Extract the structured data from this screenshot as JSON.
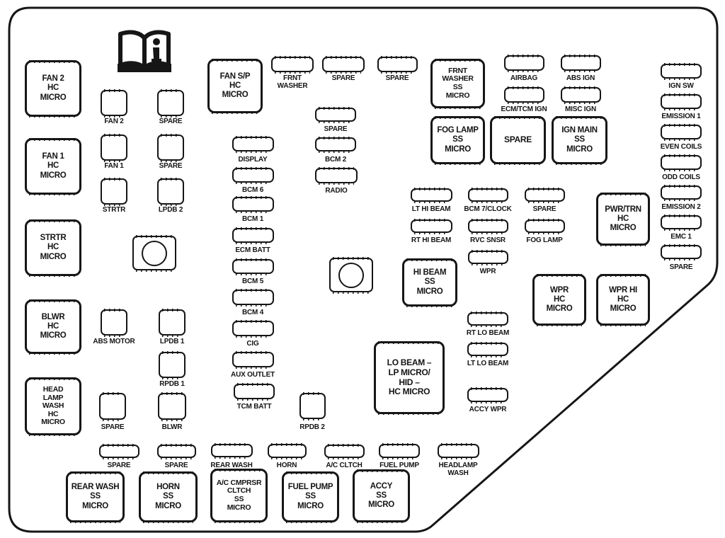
{
  "colors": {
    "line": "#161616",
    "background": "#ffffff"
  },
  "icons": {
    "manual": "open-book-info-icon"
  },
  "relays": {
    "fan2_hc": "FAN 2\nHC\nMICRO",
    "fan1_hc": "FAN 1\nHC\nMICRO",
    "strtr_hc": "STRTR\nHC\nMICRO",
    "blwr_hc": "BLWR\nHC\nMICRO",
    "head_lamp_wash_hc": "HEAD\nLAMP\nWASH\nHC\nMICRO",
    "fan_sp_hc": "FAN S/P\nHC\nMICRO",
    "frnt_washer_ss": "FRNT\nWASHER\nSS\nMICRO",
    "fog_lamp_ss": "FOG LAMP\nSS\nMICRO",
    "spare": "SPARE",
    "ign_main_ss": "IGN MAIN\nSS\nMICRO",
    "pwr_trn_hc": "PWR/TRN\nHC\nMICRO",
    "hi_beam_ss": "HI BEAM\nSS\nMICRO",
    "wpr_hc": "WPR\nHC\nMICRO",
    "wpr_hi_hc": "WPR HI\nHC\nMICRO",
    "lo_beam_hc": "LO BEAM –\nLP MICRO/\nHID –\nHC MICRO",
    "rear_wash_ss": "REAR WASH\nSS\nMICRO",
    "horn_ss": "HORN\nSS\nMICRO",
    "ac_cmprsr_cltch_ss": "A/C CMPRSR\nCLTCH\nSS\nMICRO",
    "fuel_pump_ss": "FUEL PUMP\nSS\nMICRO",
    "accy_ss": "ACCY\nSS\nMICRO"
  },
  "fuses": {
    "fan2": "FAN 2",
    "spare_a": "SPARE",
    "fan1": "FAN 1",
    "spare_b": "SPARE",
    "strtr": "STRTR",
    "lpdb2": "LPDB 2",
    "abs_motor": "ABS MOTOR",
    "lpdb1": "LPDB 1",
    "rpdb1": "RPDB 1",
    "spare_c": "SPARE",
    "blwr": "BLWR",
    "rpdb2": "RPDB 2",
    "frnt_washer": "FRNT\nWASHER",
    "spare_d": "SPARE",
    "spare_e": "SPARE",
    "spare_f": "SPARE",
    "bcm2": "BCM 2",
    "radio": "RADIO",
    "display": "DISPLAY",
    "bcm6": "BCM 6",
    "bcm1": "BCM 1",
    "ecm_batt": "ECM BATT",
    "bcm5": "BCM 5",
    "bcm4": "BCM 4",
    "cig": "CIG",
    "aux_outlet": "AUX OUTLET",
    "tcm_batt": "TCM BATT",
    "airbag": "AIRBAG",
    "abs_ign": "ABS IGN",
    "ecm_tcm_ign": "ECM/TCM IGN",
    "misc_ign": "MISC IGN",
    "ign_sw": "IGN SW",
    "emission1": "EMISSION 1",
    "even_coils": "EVEN COILS",
    "odd_coils": "ODD COILS",
    "emission2": "EMISSION 2",
    "emc1": "EMC 1",
    "spare_g": "SPARE",
    "lt_hi_beam": "LT HI BEAM",
    "bcm7_clock": "BCM 7/CLOCK",
    "spare_h": "SPARE",
    "rt_hi_beam": "RT HI BEAM",
    "rvc_snsr": "RVC SNSR",
    "fog_lamp": "FOG LAMP",
    "wpr": "WPR",
    "rt_lo_beam": "RT LO BEAM",
    "lt_lo_beam": "LT LO BEAM",
    "accy_wpr": "ACCY WPR",
    "spare_i": "SPARE",
    "spare_j": "SPARE",
    "rear_wash": "REAR WASH",
    "horn": "HORN",
    "ac_cltch": "A/C CLTCH",
    "fuel_pump": "FUEL PUMP",
    "headlamp_wash": "HEADLAMP\nWASH"
  }
}
